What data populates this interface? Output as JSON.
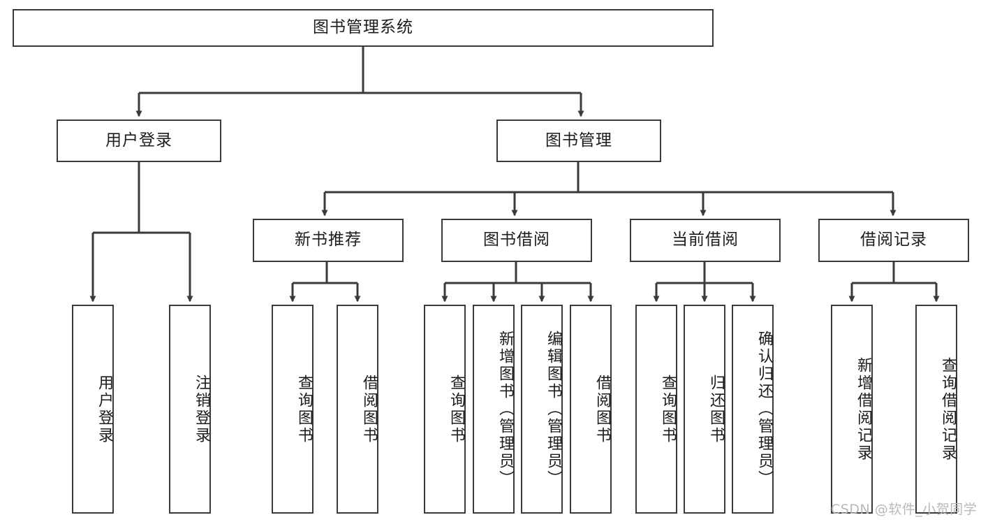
{
  "diagram": {
    "title": "图书管理系统",
    "type": "tree-hierarchy-diagram",
    "stroke_color": "#3a3a3a",
    "fill_color": "#ffffff",
    "text_color": "#1c1c1c"
  },
  "root": {
    "label": "图书管理系统"
  },
  "level2": [
    {
      "label": "用户登录"
    },
    {
      "label": "图书管理"
    }
  ],
  "level3": [
    {
      "label": "新书推荐"
    },
    {
      "label": "图书借阅"
    },
    {
      "label": "当前借阅"
    },
    {
      "label": "借阅记录"
    }
  ],
  "leaves": {
    "user_login": [
      {
        "label": "用户登录"
      },
      {
        "label": "注销登录"
      }
    ],
    "new_book_recommend": [
      {
        "label": "查询图书"
      },
      {
        "label": "借阅图书"
      }
    ],
    "book_borrow": [
      {
        "label": "查询图书"
      },
      {
        "label": "新增图书（管理员）"
      },
      {
        "label": "编辑图书（管理员）"
      },
      {
        "label": "借阅图书"
      }
    ],
    "current_borrow": [
      {
        "label": "查询图书"
      },
      {
        "label": "归还图书"
      },
      {
        "label": "确认归还（管理员）"
      }
    ],
    "borrow_record": [
      {
        "label": "新增借阅记录"
      },
      {
        "label": "查询借阅记录"
      }
    ]
  },
  "watermark": {
    "text": "CSDN @软件_小贺同学"
  }
}
